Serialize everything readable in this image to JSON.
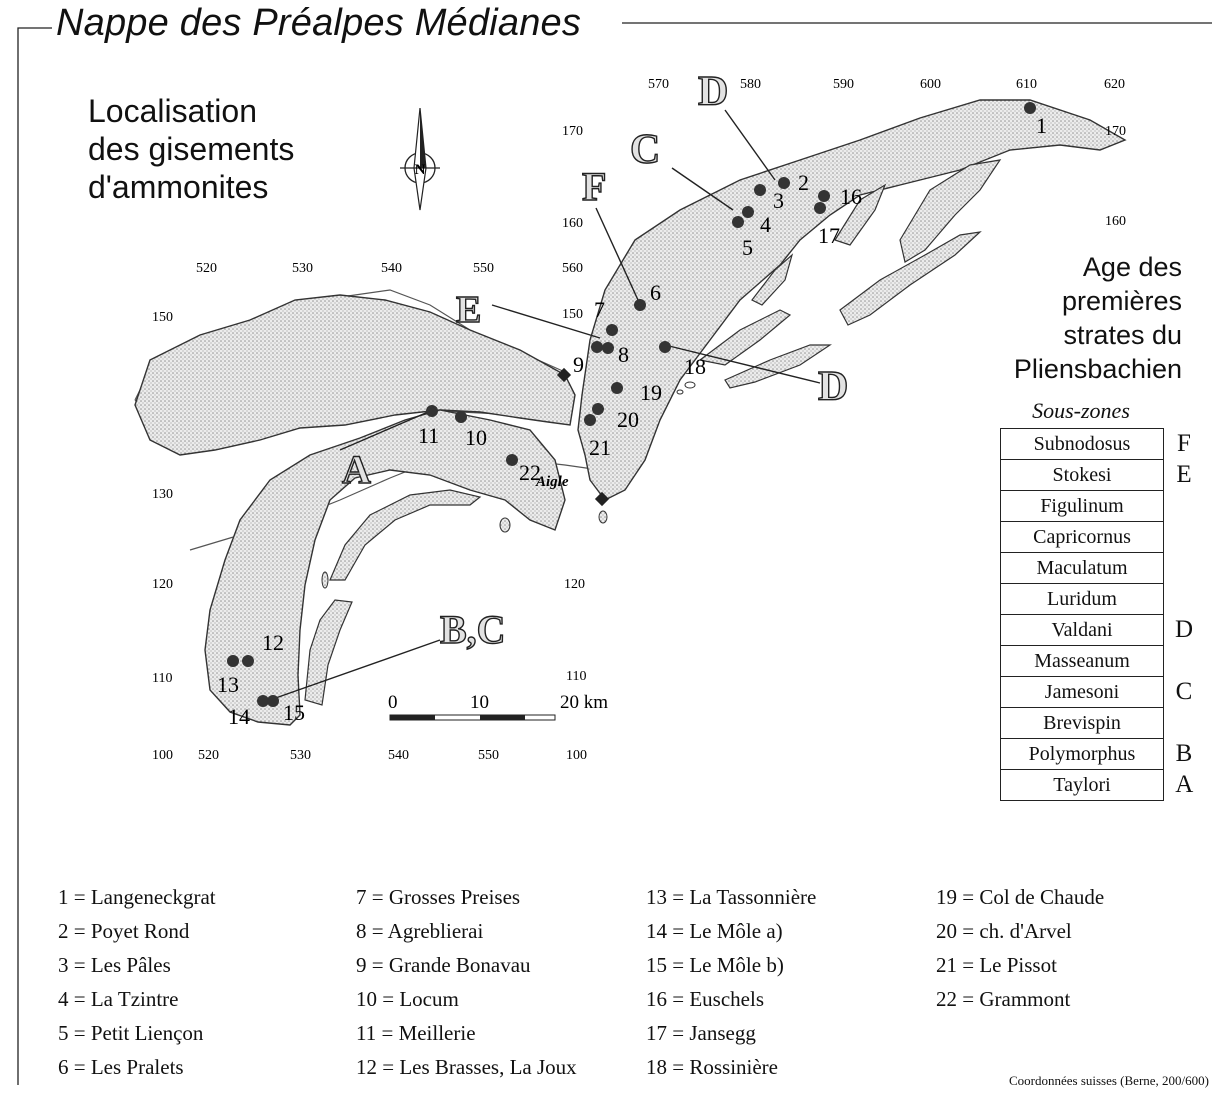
{
  "title": "Nappe des Préalpes Médianes",
  "subtitle_lines": [
    "Localisation",
    "des gisements",
    "d'ammonites"
  ],
  "north_label": "N",
  "age_title_lines": [
    "Age des",
    "premières",
    "strates du",
    "Pliensbachien"
  ],
  "sous_zones_label": "Sous-zones",
  "zones": [
    {
      "name": "Subnodosus",
      "letter": "F"
    },
    {
      "name": "Stokesi",
      "letter": "E"
    },
    {
      "name": "Figulinum",
      "letter": ""
    },
    {
      "name": "Capricornus",
      "letter": ""
    },
    {
      "name": "Maculatum",
      "letter": ""
    },
    {
      "name": "Luridum",
      "letter": ""
    },
    {
      "name": "Valdani",
      "letter": "D"
    },
    {
      "name": "Masseanum",
      "letter": ""
    },
    {
      "name": "Jamesoni",
      "letter": "C"
    },
    {
      "name": "Brevispin",
      "letter": ""
    },
    {
      "name": "Polymorphus",
      "letter": "B"
    },
    {
      "name": "Taylori",
      "letter": "A"
    }
  ],
  "coordinate_labels": {
    "top_x": [
      "570",
      "580",
      "590",
      "600",
      "610",
      "620"
    ],
    "mid_x": [
      "520",
      "530",
      "540",
      "550",
      "560"
    ],
    "bottom_x": [
      "520",
      "530",
      "540",
      "550",
      "100"
    ],
    "left_y": [
      "150",
      "130",
      "120",
      "110",
      "100"
    ],
    "inner_y": [
      "170",
      "160",
      "150",
      "120",
      "110"
    ],
    "right_y": [
      "170",
      "160"
    ]
  },
  "scale": {
    "ticks": [
      "0",
      "10",
      "20 km"
    ]
  },
  "town_label": "Aigle",
  "zone_markers": [
    {
      "letter": "D",
      "site": "top"
    },
    {
      "letter": "C",
      "site": "top"
    },
    {
      "letter": "F",
      "site": "top"
    },
    {
      "letter": "E",
      "site": "middle"
    },
    {
      "letter": "D",
      "site": "middle"
    },
    {
      "letter": "A",
      "site": "west"
    },
    {
      "letter": "B,C",
      "site": "south"
    }
  ],
  "site_numbers": [
    "1",
    "2",
    "3",
    "4",
    "5",
    "6",
    "7",
    "8",
    "9",
    "10",
    "11",
    "12",
    "13",
    "14",
    "15",
    "16",
    "17",
    "18",
    "19",
    "20",
    "21",
    "22"
  ],
  "legend": [
    [
      "1 = Langeneckgrat",
      "2 = Poyet Rond",
      "3 = Les Pâles",
      "4 = La Tzintre",
      "5 = Petit Liençon",
      "6 = Les Pralets"
    ],
    [
      "7 = Grosses Preises",
      "8 = Agreblierai",
      "9 = Grande Bonavau",
      "10 = Locum",
      "11 = Meillerie",
      "12 = Les Brasses, La Joux"
    ],
    [
      "13 = La Tassonnière",
      "14 = Le Môle a)",
      "15 = Le Môle b)",
      "16 = Euschels",
      "17 = Jansegg",
      "18 = Rossinière"
    ],
    [
      "19 = Col de Chaude",
      "20 = ch. d'Arvel",
      "21 = Le Pissot",
      "22 = Grammont"
    ]
  ],
  "credit": "Coordonnées suisses (Berne, 200/600)",
  "colors": {
    "stipple": "#9a9a9a",
    "outline": "#333333",
    "dot": "#333333"
  }
}
